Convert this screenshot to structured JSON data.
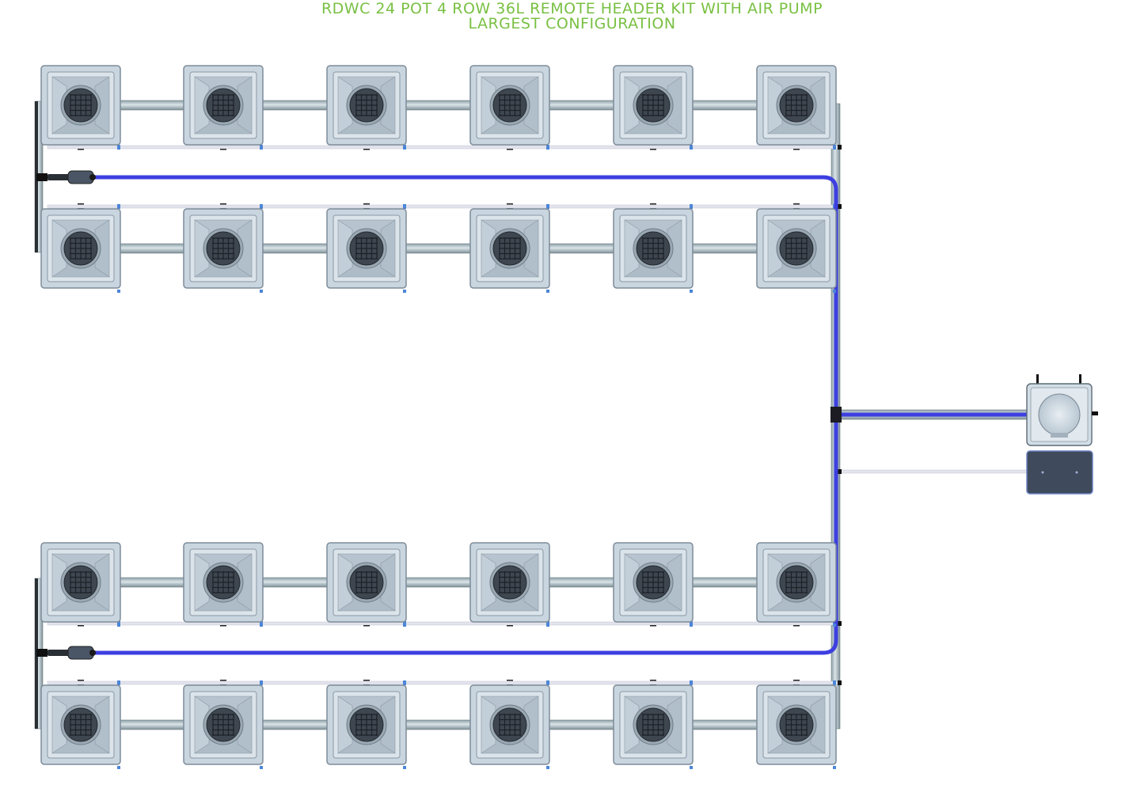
{
  "title": {
    "line1": "RDWC 24 POT 4 ROW 36L REMOTE HEADER KIT WITH AIR PUMP",
    "line2": "LARGEST CONFIGURATION"
  },
  "layout_summary": {
    "rows": 4,
    "pots_per_row": 6,
    "total_pots": 24
  },
  "colors": {
    "title_green": "#79c043",
    "pot_body": "#c9d6e0",
    "pot_outline": "#7e8c99",
    "basket": "#3e4650",
    "pipe_gray": "#a9b7bd",
    "air_line_blue": "#3d3fe0",
    "return_line": "#e2e3ec",
    "control_tank": "#d2dde5",
    "pump_box": "#3f4a5c"
  },
  "icons": [
    "pot-icon",
    "net-basket-icon",
    "air-valve-icon",
    "control-bucket-icon",
    "water-pump-icon"
  ]
}
